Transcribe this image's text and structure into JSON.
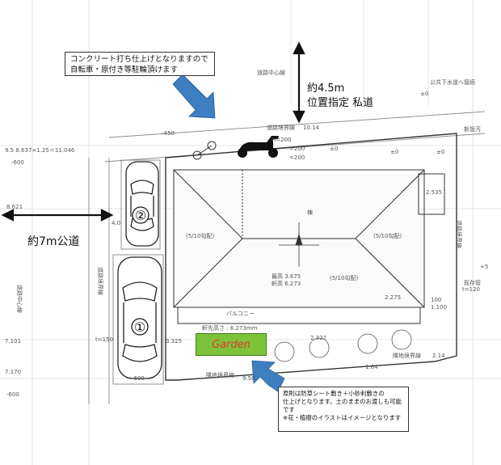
{
  "callouts": {
    "top": {
      "line1": "コンクリート打ち仕上げとなりますので",
      "line2": "自転車・原付き等駐輪頂けます"
    },
    "bottom": {
      "line1": "原則は防草シート敷き＋小砂利敷きの",
      "line2": "仕上げとなります。土のままのお渡しも可能です",
      "line3": "※花・植樹のイラストはイメージとなります"
    }
  },
  "roads": {
    "private": {
      "width": "約4.5m",
      "type": "位置指定 私道"
    },
    "public": {
      "width": "約7m公道"
    }
  },
  "parking": {
    "space1": "①",
    "space2": "②"
  },
  "garden_label": "Garden",
  "small_labels": {
    "road_center_top": "道路中心線",
    "road_boundary_top": "道路境界線",
    "road_boundary_left": "道路境界線",
    "road_center_left": "道路中心線",
    "adjacent_boundary": "隣地境界線",
    "road_boundary_right": "道路境界線",
    "width_top": "10.14",
    "width_bottom": "9.50",
    "dim_h200": "H=200",
    "dim_200a": "=200",
    "dim_200b": "=200",
    "minus450": "-450",
    "pm0_a": "±0",
    "pm0_b": "±0",
    "pm0_c": "±0",
    "pm0_d": "±0",
    "roof_left": "(5/10勾配)",
    "roof_right": "(5/10勾配)",
    "roof_bottom": "(5/10勾配)",
    "ridge": "棟",
    "height_1": "最高 3.675",
    "height_2": "軒高 6.273",
    "dim_2275": "2.275",
    "balcony": "バルコニー",
    "eave_height": "軒先高さ : 6.273mm",
    "dim_2322": "2.322",
    "dim_164": "1.64",
    "dim_214": "2.14",
    "dim_8621": "8.621",
    "dim_7101": "7.101",
    "dim_7170": "7.170",
    "dim_minus600a": "-600",
    "dim_minus600b": "-600",
    "dim_minus600c": "-600",
    "dim_t150": "t=150",
    "dim_t120": "t=120",
    "dim_100": "100",
    "dim_1100": "1.100",
    "dim_40": "4.0",
    "dim_3325": "3.325",
    "dim_2535": "2.535",
    "public_sewer": "公共下水道へ接続",
    "existing": "既存管",
    "new_pipe": "新設汚",
    "boundary_dim": "9.5 8.637×1.25＝11.046",
    "dot5": "+5"
  },
  "colors": {
    "arrow": "#3d7fc1",
    "garden_bg": "#7cc33b",
    "garden_text": "#e33b2b"
  }
}
